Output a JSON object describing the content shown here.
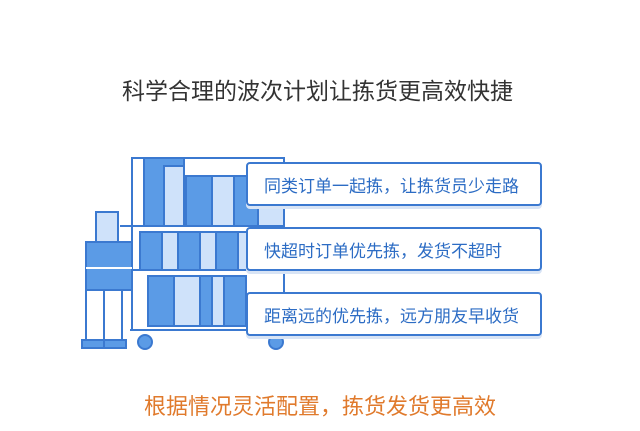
{
  "headline": "科学合理的波次计划让拣货更高效快捷",
  "callouts": [
    "同类订单一起拣，让拣货员少走路",
    "快超时订单优先拣，发货不超时",
    "距离远的优先拣，远方朋友早收货"
  ],
  "footer": "根据情况灵活配置，拣货发货更高效",
  "colors": {
    "line": "#3b79d0",
    "fill_blue": "#5b9be6",
    "fill_light": "#cfe2fa",
    "callout_text": "#2c6cc4",
    "footer_text": "#e07a2c",
    "headline_text": "#333333"
  }
}
